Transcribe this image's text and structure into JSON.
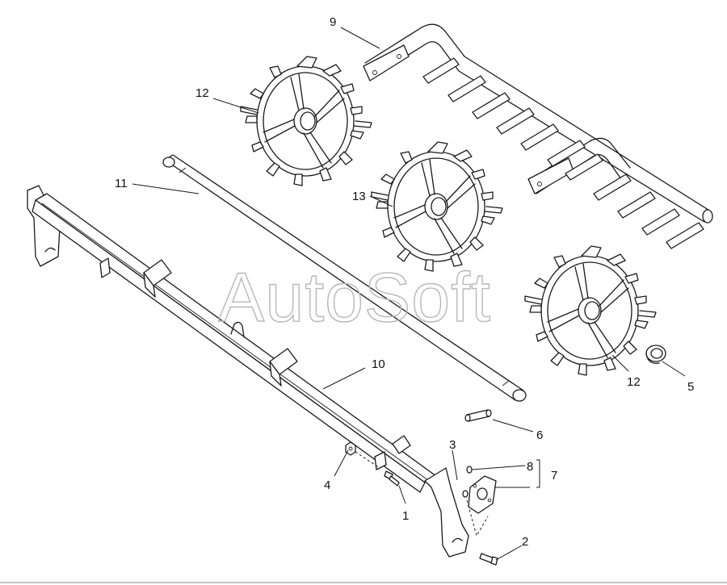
{
  "watermark": "AutoSoft",
  "callouts": [
    {
      "id": "1",
      "label": "1"
    },
    {
      "id": "2",
      "label": "2"
    },
    {
      "id": "3",
      "label": "3"
    },
    {
      "id": "4",
      "label": "4"
    },
    {
      "id": "5",
      "label": "5"
    },
    {
      "id": "6",
      "label": "6"
    },
    {
      "id": "7",
      "label": "7"
    },
    {
      "id": "8",
      "label": "8"
    },
    {
      "id": "9",
      "label": "9"
    },
    {
      "id": "10",
      "label": "10"
    },
    {
      "id": "11",
      "label": "11"
    },
    {
      "id": "12a",
      "label": "12"
    },
    {
      "id": "12b",
      "label": "12"
    },
    {
      "id": "13",
      "label": "13"
    }
  ]
}
